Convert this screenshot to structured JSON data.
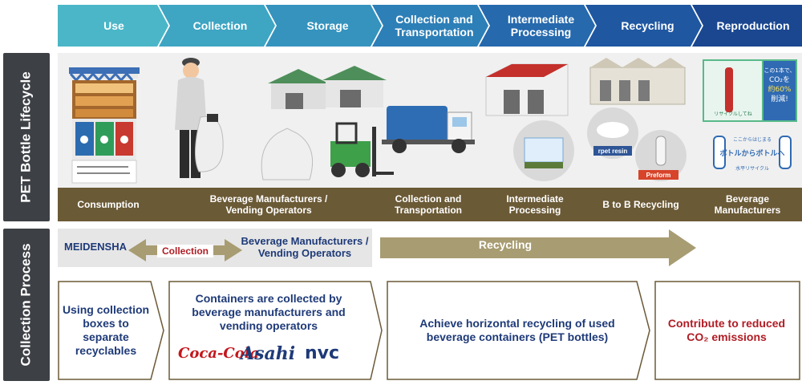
{
  "stages": [
    {
      "label": "Use",
      "color": "#4bb6c7"
    },
    {
      "label": "Collection",
      "color": "#3ea5c3"
    },
    {
      "label": "Storage",
      "color": "#3593be"
    },
    {
      "label": "Collection and Transportation",
      "color": "#2d7fb7"
    },
    {
      "label": "Intermediate Processing",
      "color": "#2669ad"
    },
    {
      "label": "Recycling",
      "color": "#1f57a1"
    },
    {
      "label": "Reproduction",
      "color": "#1a4790"
    }
  ],
  "side_labels": {
    "lifecycle": "PET Bottle Lifecycle",
    "process": "Collection Process"
  },
  "lifecycle_bar": {
    "consumption": "Consumption",
    "operators": "Beverage Manufacturers / Vending Operators",
    "transport": "Collection and Transportation",
    "processing": "Intermediate Processing",
    "recycling": "B to B Recycling",
    "manufacturers": "Beverage Manufacturers"
  },
  "illustration_labels": {
    "rpet": "rpet resin",
    "preform": "Preform"
  },
  "poster_text": {
    "line1": "この1本で、",
    "co2": "CO₂を",
    "percent": "約60%",
    "cut": "削減!",
    "recycle": "リサイクルしてね",
    "headline": "ボトルからボトルへ",
    "sub": "水平リサイクル",
    "top": "ここからはじまる"
  },
  "process": {
    "meidensha": "MEIDENSHA",
    "collection": "Collection",
    "operators": "Beverage Manufacturers / Vending Operators",
    "recycling": "Recycling"
  },
  "boxes": {
    "box1": "Using collection boxes to separate recyclables",
    "box2": "Containers are collected by beverage manufacturers and vending operators",
    "box3": "Achieve horizontal recycling of used beverage containers (PET bottles)",
    "box4_line1": "Contribute to reduced",
    "box4_line2": "CO₂ emissions"
  },
  "logos": {
    "cocacola": "Coca-Cola",
    "asahi": "Asahi",
    "nvc": "nvc"
  },
  "colors": {
    "dark_blue_text": "#1e3a78",
    "red_text": "#b01c24",
    "olive": "#a89c72",
    "brown_bar": "#6b5a36"
  }
}
